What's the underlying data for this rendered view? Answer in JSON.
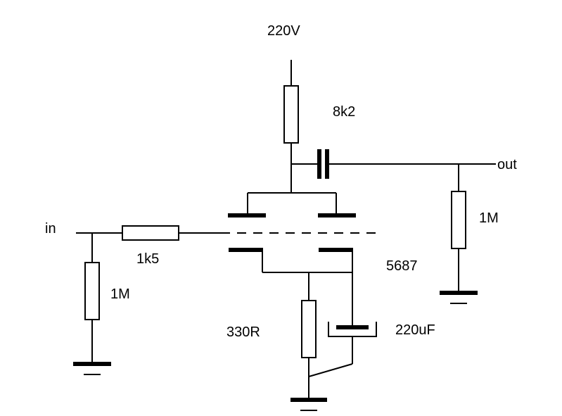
{
  "labels": {
    "supply": "220V",
    "plate_resistor": "8k2",
    "output": "out",
    "output_resistor": "1M",
    "input": "in",
    "grid_resistor": "1k5",
    "input_resistor": "1M",
    "tube": "5687",
    "cathode_resistor": "330R",
    "cathode_capacitor": "220uF"
  }
}
